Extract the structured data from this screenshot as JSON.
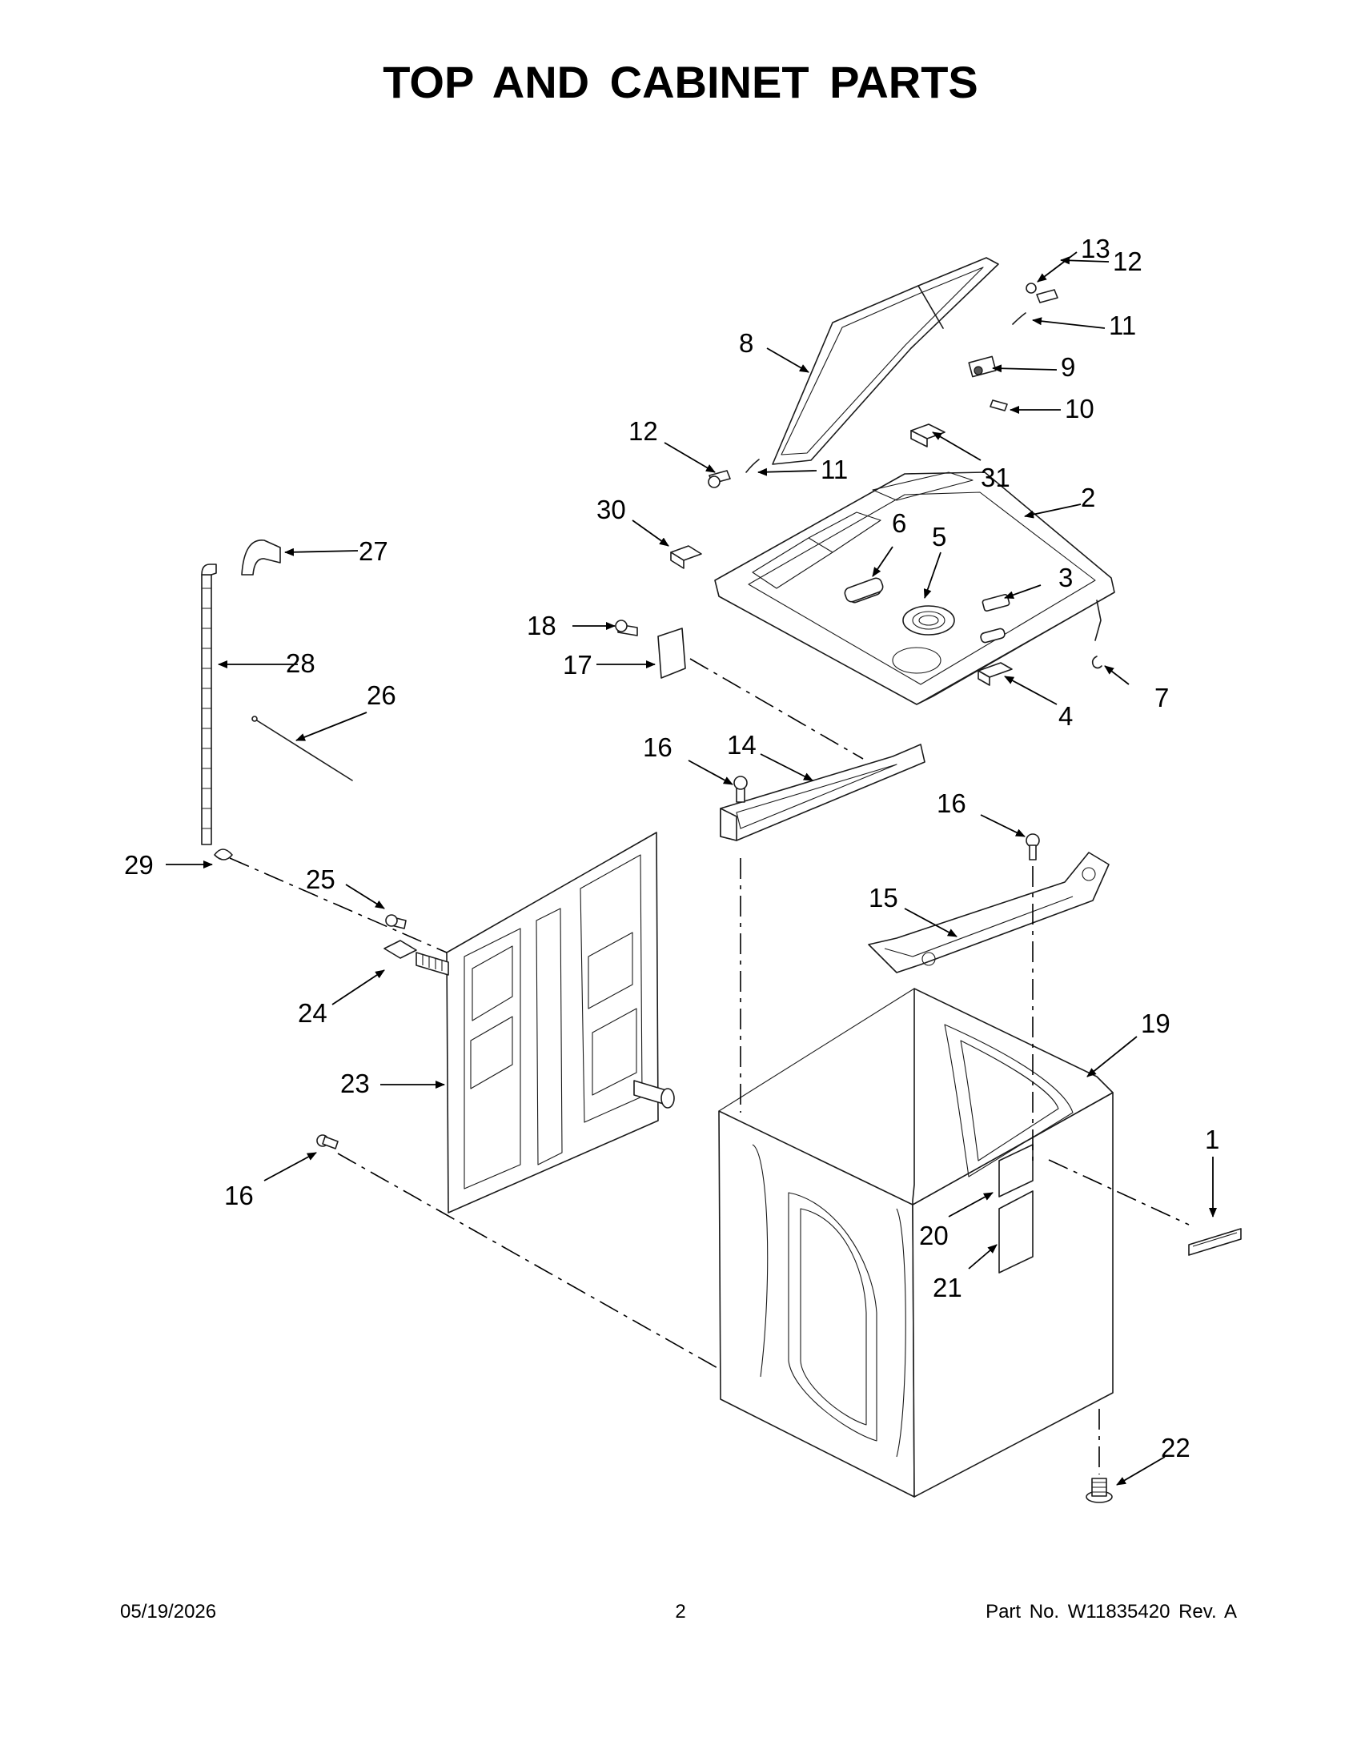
{
  "title": "TOP AND CABINET PARTS",
  "footer": {
    "date": "05/19/2026",
    "page": "2",
    "part_number": "Part No.  W11835420  Rev.  A"
  },
  "callouts": {
    "c1": "1",
    "c2": "2",
    "c3": "3",
    "c4": "4",
    "c5": "5",
    "c6": "6",
    "c7": "7",
    "c8": "8",
    "c9": "9",
    "c10": "10",
    "c11a": "11",
    "c11b": "11",
    "c12a": "12",
    "c12b": "12",
    "c13": "13",
    "c14": "14",
    "c15": "15",
    "c16a": "16",
    "c16b": "16",
    "c16c": "16",
    "c17": "17",
    "c18": "18",
    "c19": "19",
    "c20": "20",
    "c21": "21",
    "c22": "22",
    "c23": "23",
    "c24": "24",
    "c25": "25",
    "c26": "26",
    "c27": "27",
    "c28": "28",
    "c29": "29",
    "c30": "30",
    "c31": "31"
  }
}
